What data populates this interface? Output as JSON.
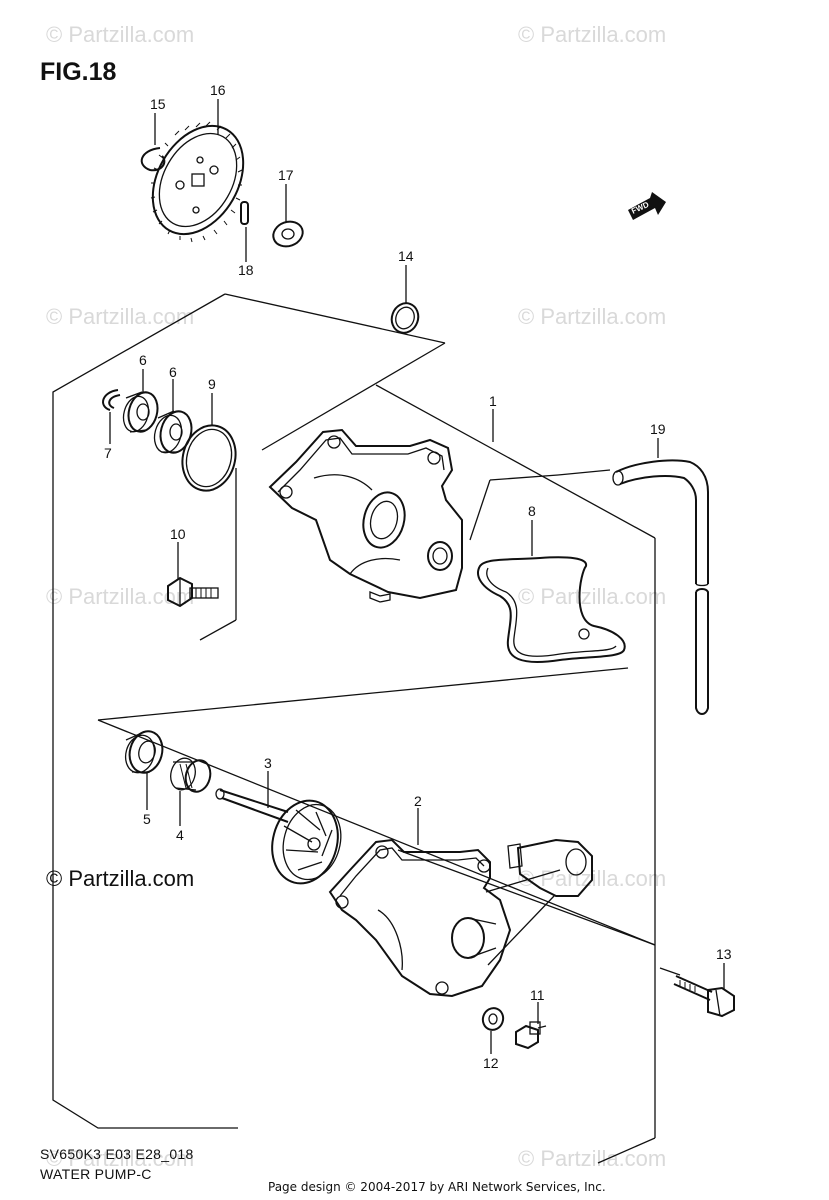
{
  "watermark": {
    "text": "© Partzilla.com"
  },
  "figure": {
    "title": "FIG.18"
  },
  "copyright": "© Partzilla.com",
  "model_code": "SV650K3 E03 E28_018",
  "section_name": "WATER PUMP-C",
  "page_credit": "Page design © 2004-2017 by ARI Network Services, Inc.",
  "fwd_label": "FWD",
  "callouts": {
    "p1": "1",
    "p2": "2",
    "p3": "3",
    "p4": "4",
    "p5": "5",
    "p6a": "6",
    "p6b": "6",
    "p7": "7",
    "p8": "8",
    "p9": "9",
    "p10": "10",
    "p11": "11",
    "p12": "12",
    "p13": "13",
    "p14": "14",
    "p15": "15",
    "p16": "16",
    "p17": "17",
    "p18": "18",
    "p19": "19"
  }
}
